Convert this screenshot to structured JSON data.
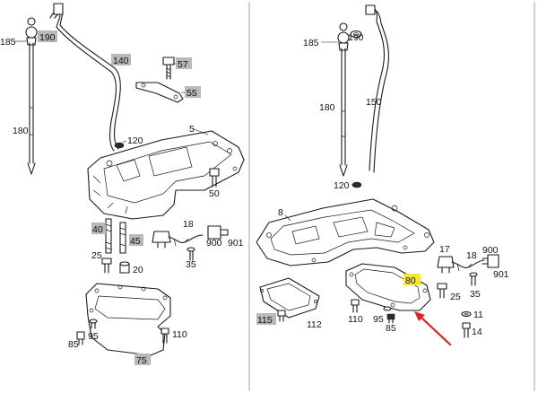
{
  "colors": {
    "callout_box": "#b9b9b9",
    "highlight_box": "#f7e53a",
    "arrow": "#e0201b",
    "line": "#1a1a1a",
    "divider": "#b5b5b5"
  },
  "left_panel": {
    "labels": {
      "p185": "185",
      "p190": "190",
      "p140": "140",
      "p57": "57",
      "p55": "55",
      "p180": "180",
      "p120": "120",
      "p5": "5",
      "p50": "50",
      "p40": "40",
      "p45": "45",
      "p25": "25",
      "p20": "20",
      "p18": "18",
      "p35": "35",
      "p900": "900",
      "p901": "901",
      "p85": "85",
      "p95": "95",
      "p110": "110",
      "p75": "75"
    }
  },
  "right_panel": {
    "labels": {
      "p185": "185",
      "p190": "190",
      "p150": "150",
      "p180": "180",
      "p120": "120",
      "p8": "8",
      "p17": "17",
      "p18": "18",
      "p900": "900",
      "p901": "901",
      "p25": "25",
      "p35": "35",
      "p80": "80",
      "p115": "115",
      "p112": "112",
      "p110": "110",
      "p95": "95",
      "p85": "85",
      "p11": "11",
      "p14": "14"
    }
  }
}
